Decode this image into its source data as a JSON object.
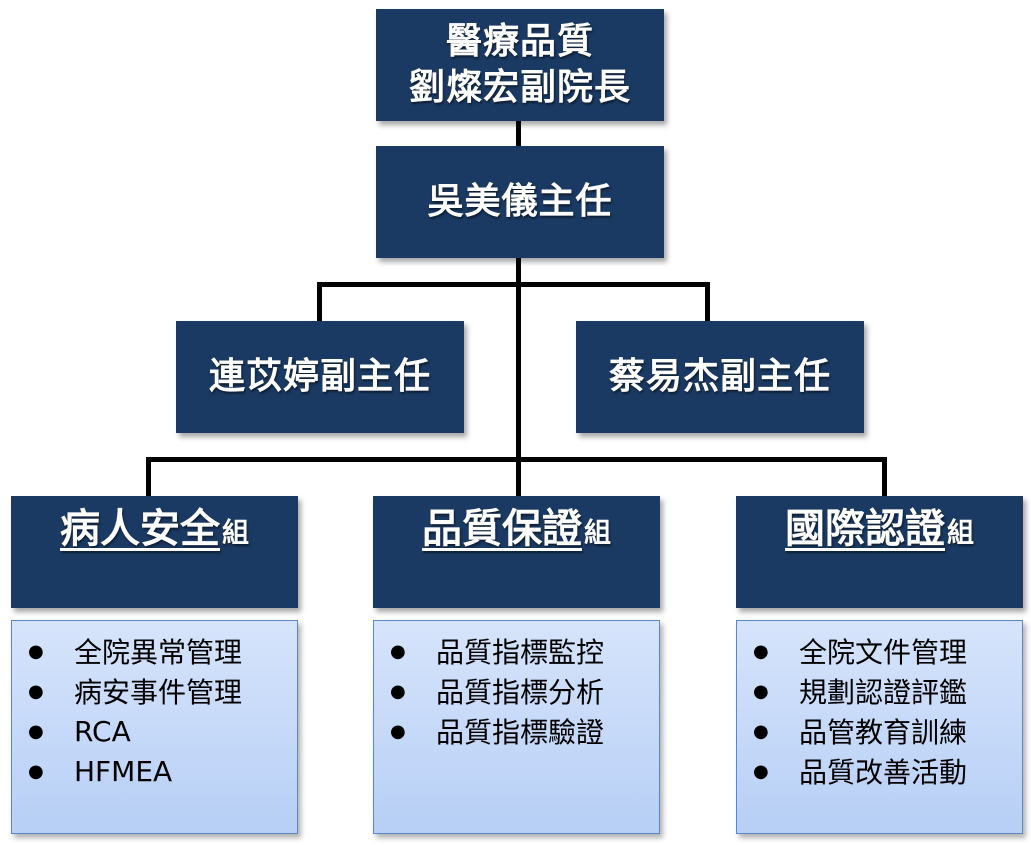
{
  "top": {
    "line1": "醫療品質",
    "line2": "劉燦宏副院長"
  },
  "director": "吳美儀主任",
  "deputies": [
    "連苡婷副主任",
    "蔡易杰副主任"
  ],
  "groups": [
    {
      "name": "病人安全",
      "suffix": "組",
      "items": [
        "全院異常管理",
        "病安事件管理",
        "RCA",
        "HFMEA"
      ]
    },
    {
      "name": "品質保證",
      "suffix": "組",
      "items": [
        "品質指標監控",
        "品質指標分析",
        "品質指標驗證"
      ]
    },
    {
      "name": "國際認證",
      "suffix": "組",
      "items": [
        "全院文件管理",
        "規劃認證評鑑",
        "品管教育訓練",
        "品質改善活動"
      ]
    }
  ],
  "colors": {
    "box": "#1b3a63",
    "list_bg": "#c6d9f8",
    "list_border": "#5e86c4",
    "connector": "#000000"
  }
}
